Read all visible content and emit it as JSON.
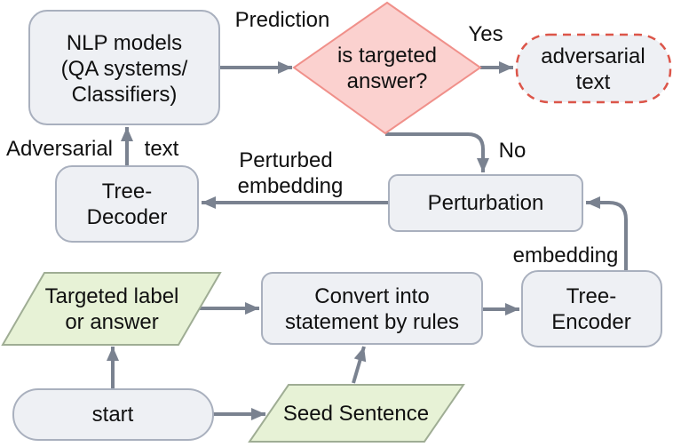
{
  "diagram": {
    "colors": {
      "node_fill": "#eef0f4",
      "node_border": "#a9b0be",
      "decision_fill": "#fbd1cf",
      "decision_border": "#f0908a",
      "adversarial_fill": "#eef0f4",
      "adversarial_border": "#dc5549",
      "data_fill": "#e7f2d6",
      "data_border": "#9fad94",
      "arrow": "#7a8290",
      "text": "#101010"
    },
    "nodes": {
      "nlp_models": {
        "lines": [
          "NLP models",
          "(QA systems/",
          "Classifiers)"
        ]
      },
      "decision": {
        "lines": [
          "is targeted",
          "answer?"
        ]
      },
      "adversarial_text": {
        "lines": [
          "adversarial",
          "text"
        ]
      },
      "tree_decoder": {
        "lines": [
          "Tree-",
          "Decoder"
        ]
      },
      "perturbation": {
        "label": "Perturbation"
      },
      "tree_encoder": {
        "lines": [
          "Tree-",
          "Encoder"
        ]
      },
      "convert": {
        "lines": [
          "Convert into",
          "statement by rules"
        ]
      },
      "targeted_label": {
        "lines": [
          "Targeted label",
          "or answer"
        ]
      },
      "seed_sentence": {
        "label": "Seed Sentence"
      },
      "start": {
        "label": "start"
      }
    },
    "edge_labels": {
      "prediction": "Prediction",
      "yes": "Yes",
      "no": "No",
      "adversarial": "Adversarial",
      "text": "text",
      "perturbed_line1": "Perturbed",
      "perturbed_line2": "embedding",
      "embedding": "embedding"
    }
  }
}
